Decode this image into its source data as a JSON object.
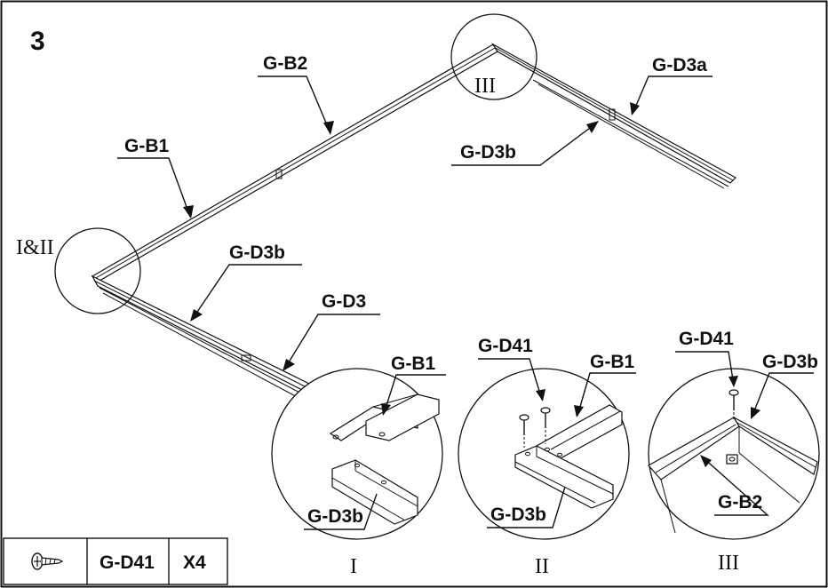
{
  "step_number": "3",
  "labels": {
    "gb2_top": "G-B2",
    "gb1_left": "G-B1",
    "gd3a": "G-D3a",
    "gd3b_right": "G-D3b",
    "gd3b_left": "G-D3b",
    "gd3": "G-D3",
    "circle_iii_main": "III",
    "circle_i_ii_main": "I&II"
  },
  "detail_i": {
    "label_gb1": "G-B1",
    "label_gd3b": "G-D3b",
    "caption": "I"
  },
  "detail_ii": {
    "label_gd41": "G-D41",
    "label_gb1": "G-B1",
    "label_gd3b": "G-D3b",
    "caption": "II"
  },
  "detail_iii": {
    "label_gd41": "G-D41",
    "label_gd3b": "G-D3b",
    "label_gb2": "G-B2",
    "caption": "III"
  },
  "parts_table": {
    "icon": "screw-icon",
    "part": "G-D41",
    "quantity": "X4"
  }
}
